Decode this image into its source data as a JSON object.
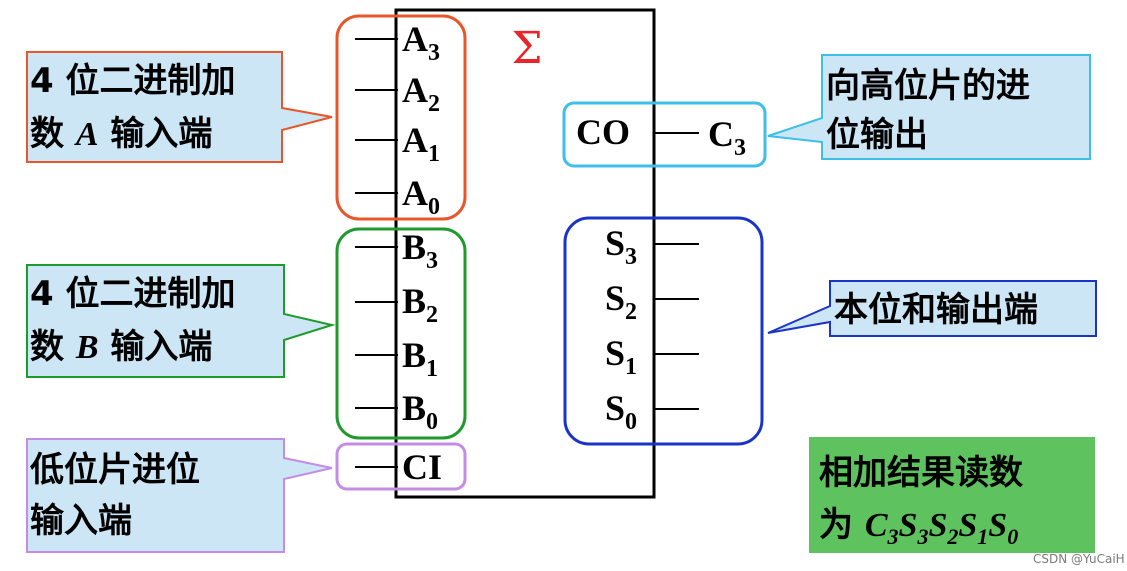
{
  "chip": {
    "symbol": "Σ",
    "inputs_a": [
      {
        "base": "A",
        "sub": "3"
      },
      {
        "base": "A",
        "sub": "2"
      },
      {
        "base": "A",
        "sub": "1"
      },
      {
        "base": "A",
        "sub": "0"
      }
    ],
    "inputs_b": [
      {
        "base": "B",
        "sub": "3"
      },
      {
        "base": "B",
        "sub": "2"
      },
      {
        "base": "B",
        "sub": "1"
      },
      {
        "base": "B",
        "sub": "0"
      }
    ],
    "carry_in": "CI",
    "carry_out": "CO",
    "carry_out_signal": {
      "base": "C",
      "sub": "3"
    },
    "sum_outputs": [
      {
        "base": "S",
        "sub": "3"
      },
      {
        "base": "S",
        "sub": "2"
      },
      {
        "base": "S",
        "sub": "1"
      },
      {
        "base": "S",
        "sub": "0"
      }
    ]
  },
  "callouts": {
    "input_a": {
      "line1": "4 位二进制加",
      "line2_prefix": "数 ",
      "line2_var": "A",
      "line2_suffix": " 输入端"
    },
    "input_b": {
      "line1": "4 位二进制加",
      "line2_prefix": "数 ",
      "line2_var": "B",
      "line2_suffix": " 输入端"
    },
    "carry_in": {
      "line1": "低位片进位",
      "line2": "输入端"
    },
    "carry_out": {
      "line1": "向高位片的进",
      "line2": "位输出"
    },
    "sum_out": {
      "line1": "本位和输出端"
    },
    "result": {
      "line1": "相加结果读数",
      "line2_prefix": "为 ",
      "terms": [
        {
          "base": "C",
          "sub": "3"
        },
        {
          "base": "S",
          "sub": "3"
        },
        {
          "base": "S",
          "sub": "2"
        },
        {
          "base": "S",
          "sub": "1"
        },
        {
          "base": "S",
          "sub": "0"
        }
      ]
    }
  },
  "watermark": "CSDN @YuCaiH",
  "colors": {
    "callout_fill": "#cce6f6",
    "input_a_group": "#e8562a",
    "input_b_group": "#1f9a2c",
    "carry_in_group": "#c58ce6",
    "carry_out_group": "#3cbfe8",
    "sum_group": "#1a34c8",
    "result_fill": "#5ec25e",
    "sigma": "#e8262a"
  }
}
